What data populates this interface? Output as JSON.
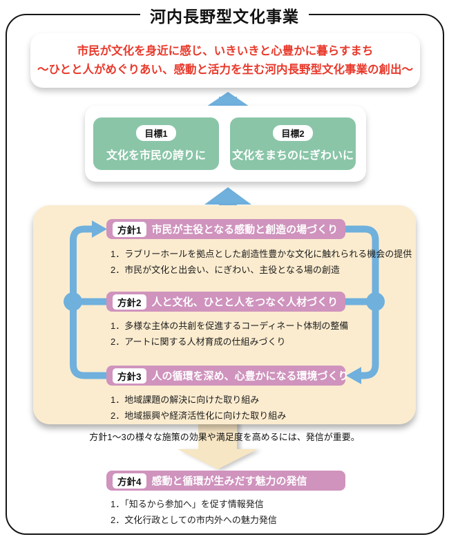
{
  "page": {
    "title": "河内長野型文化事業"
  },
  "vision": {
    "line1": "市民が文化を身近に感じ、いきいきと心豊かに暮らすまち",
    "line2": "～ひとと人がめぐりあい、感動と活力を生む河内長野型文化事業の創出～"
  },
  "goals": [
    {
      "badge": "目標1",
      "text": "文化を市民の誇りに"
    },
    {
      "badge": "目標2",
      "text": "文化をまちのにぎわいに"
    }
  ],
  "policies": [
    {
      "badge": "方針1",
      "title": "市民が主役となる感動と創造の場づくり",
      "items": [
        "1．ラブリーホールを拠点とした創造性豊かな文化に触れられる機会の提供",
        "2．市民が文化と出会い、にぎわい、主役となる場の創造"
      ]
    },
    {
      "badge": "方針2",
      "title": "人と文化、ひとと人をつなぐ人材づくり",
      "items": [
        "1．多様な主体の共創を促進するコーディネート体制の整備",
        "2．アートに関する人材育成の仕組みづくり"
      ]
    },
    {
      "badge": "方針3",
      "title": "人の循環を深め、心豊かになる環境づくり",
      "items": [
        "1．地域課題の解決に向けた取り組み",
        "2．地域振興や経済活性化に向けた取り組み"
      ]
    },
    {
      "badge": "方針4",
      "title": "感動と循環が生みだす魅力の発信",
      "items": [
        "1．「知るから参加へ」を促す情報発信",
        "2．文化行政としての市内外への魅力発信"
      ]
    }
  ],
  "note": "方針1～3の様々な施策の効果や満足度を高めるには、発信が重要。",
  "colors": {
    "accent_blue": "#6fb0dd",
    "goal_green": "#8ac5a8",
    "policy_pink": "#cf93bd",
    "panel_cream": "#fbeccf",
    "arrow_cream": "#f7e6c3",
    "vision_red": "#e8392b",
    "frame_black": "#151515"
  }
}
